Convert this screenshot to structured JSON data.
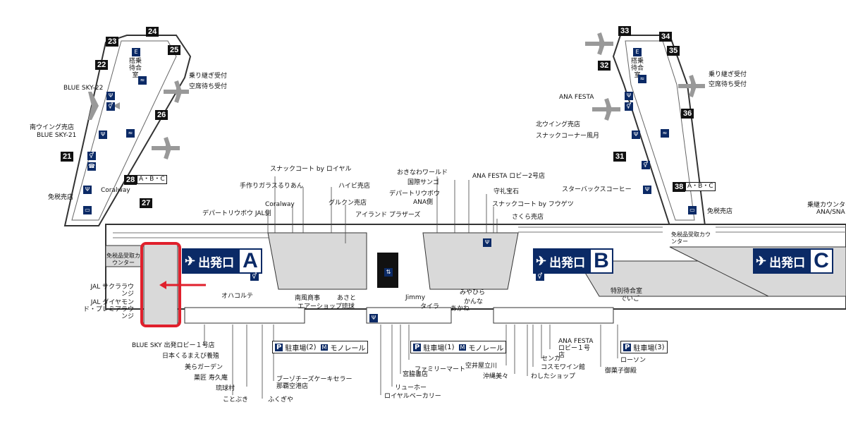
{
  "gates": {
    "g21": "21",
    "g22": "22",
    "g23": "23",
    "g24": "24",
    "g25": "25",
    "g26": "26",
    "g27": "27",
    "g28": "28",
    "g28abc": "A・B・C",
    "g31": "31",
    "g32": "32",
    "g33": "33",
    "g34": "34",
    "g35": "35",
    "g36": "36",
    "g38": "38",
    "g38abc": "A・B・C"
  },
  "exits": {
    "a_label": "出発口",
    "a_letter": "A",
    "b_label": "出発口",
    "b_letter": "B",
    "c_label": "出発口",
    "c_letter": "C"
  },
  "parking": {
    "p1": "駐車場",
    "p1n": "(2)",
    "p2": "駐車場",
    "p2n": "(1)",
    "p3": "駐車場",
    "p3n": "(3)",
    "monorail": "モノレール",
    "monorail2": "モノレール"
  },
  "west": {
    "waiting": "搭乗待合室",
    "transfer": "乗り継ぎ受付",
    "standby": "空席待ち受付",
    "bluesky22": "BLUE SKY-22",
    "south_wing": "南ウイング売店",
    "bluesky21": "BLUE SKY-21",
    "coralway": "Coralway",
    "dutyfree": "免税売店"
  },
  "east": {
    "waiting": "搭乗待合室",
    "transfer": "乗り継ぎ受付",
    "standby": "空席待ち受付",
    "ana_festa": "ANA FESTA",
    "north_wing": "北ウイング売店",
    "snack": "スナックコーナー風月",
    "starbucks": "スターバックスコーヒー",
    "dutyfree": "免税売店",
    "counter": "乗継カウンター",
    "ana_sna": "ANA/SNA"
  },
  "top_labels": {
    "snack_royal": "スナックコート by ロイヤル",
    "glass": "手作りガラスるりあん",
    "haibi": "ハイビ売店",
    "coralway": "Coralway",
    "gurukun": "グルクン売店",
    "depart_jal": "デパートリウボウ JAL側",
    "island_plaza": "アイランド プラザーズ",
    "okinawa_world": "おきなわワールド",
    "sango": "国際サンゴ",
    "depart_ana": "デパートリウボウ",
    "ana_side": "ANA側",
    "ana_festa2": "ANA FESTA ロビー2号店",
    "shureishi": "守礼宝石",
    "snack_fugetsu": "スナックコート by フウゲツ",
    "sakura": "さくら売店"
  },
  "lobby_labels": {
    "dutyfree_counter": "免税品受取カウンター",
    "dutyfree_counter2": "免税品受取カウンター",
    "special_waiting": "特別待合室",
    "deigo": "でいご",
    "jal_sakura": "JAL サクララウンジ",
    "jal_diamond": "JAL ダイヤモンド・プレミアラウンジ",
    "ohakorute": "オハコルテ",
    "nanso": "南風商事",
    "asato": "あさと",
    "air_shop": "エアーショップ琉球",
    "jimmy": "Jimmy",
    "taira": "タイラ",
    "miyahira": "みやひら",
    "kanna": "かんな",
    "akane": "あかね"
  },
  "bottom_labels": {
    "bluesky_lobby1": "BLUE SKY 出発ロビー１号店",
    "kurumaebi": "日本くるまえび養殖",
    "churagarden": "美らガーデン",
    "kotobuki_an": "菓匠 寿久庵",
    "ryukyumura": "琉球村",
    "kotobuki": "ことぶき",
    "fukugiya": "ふくぎや",
    "pozoo": "ブーゾチーズケーキセラー 那覇空港店",
    "miyawaki": "宮脇書店",
    "familymart": "ファミリーマート",
    "ryuho": "リューホー",
    "royal_bakery": "ロイヤルベーカリー",
    "sorai": "空井屋立川",
    "okinawabisai": "沖縄美々",
    "senka": "センカ",
    "cosmowine": "コスモワイン館",
    "watashi": "わしたショップ",
    "ana_festa_lobby1": "ANA FESTA ロビー１号店",
    "lawson": "ローソン",
    "meika": "御菓子御殿"
  },
  "colors": {
    "navy": "#0b2a66",
    "highlight": "#e0202c",
    "area": "#d9d9d9",
    "wall": "#333333"
  }
}
